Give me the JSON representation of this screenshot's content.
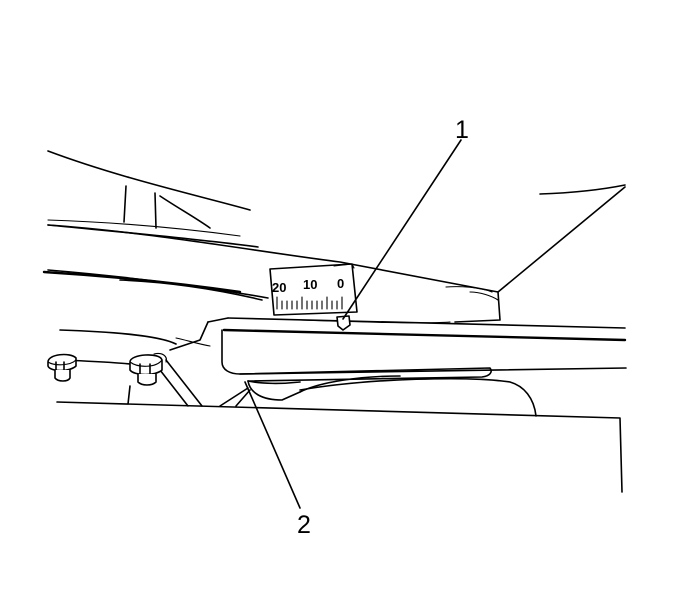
{
  "callouts": [
    {
      "id": "1",
      "label": "1"
    },
    {
      "id": "2",
      "label": "2"
    }
  ],
  "scale": {
    "numbers": [
      "20",
      "10",
      "0"
    ]
  },
  "colors": {
    "line": "#000000",
    "background": "#ffffff"
  }
}
